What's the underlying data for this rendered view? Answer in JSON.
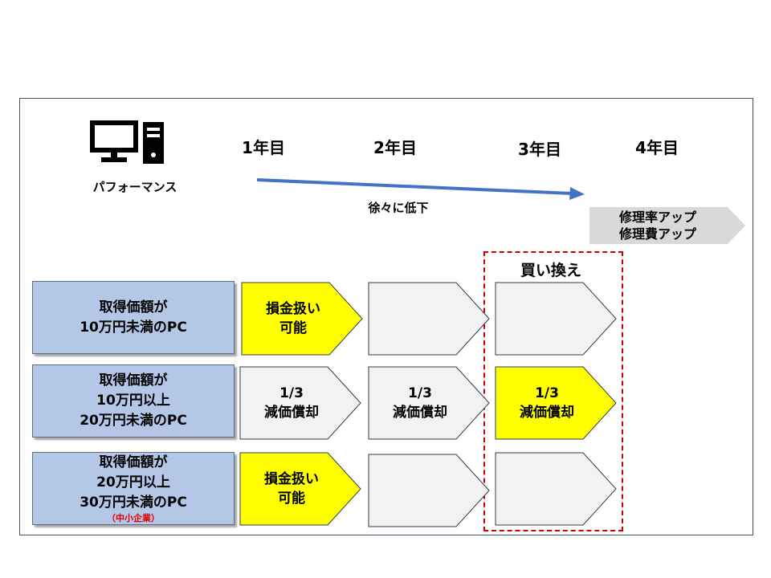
{
  "header": {
    "performance_label": "パフォーマンス",
    "years": [
      "1年目",
      "2年目",
      "3年目",
      "4年目"
    ],
    "decline_label": "徐々に低下",
    "repair_lines": [
      "修理率アップ",
      "修理費アップ"
    ],
    "replace_label": "買い換え"
  },
  "rows": [
    {
      "label_lines": [
        "取得価額が",
        "10万円未満のPC"
      ],
      "note": "",
      "cells": [
        {
          "lines": [
            "損金扱い",
            "可能"
          ],
          "highlight": true
        },
        {
          "lines": [],
          "highlight": false
        },
        {
          "lines": [],
          "highlight": false
        }
      ]
    },
    {
      "label_lines": [
        "取得価額が",
        "10万円以上",
        "20万円未満のPC"
      ],
      "note": "",
      "cells": [
        {
          "lines": [
            "1/3",
            "減価償却"
          ],
          "highlight": false
        },
        {
          "lines": [
            "1/3",
            "減価償却"
          ],
          "highlight": false
        },
        {
          "lines": [
            "1/3",
            "減価償却"
          ],
          "highlight": true
        }
      ]
    },
    {
      "label_lines": [
        "取得価額が",
        "20万円以上",
        "30万円未満のPC"
      ],
      "note": "（中小企業）",
      "cells": [
        {
          "lines": [
            "損金扱い",
            "可能"
          ],
          "highlight": true
        },
        {
          "lines": [],
          "highlight": false
        },
        {
          "lines": [],
          "highlight": false
        }
      ]
    }
  ],
  "colors": {
    "highlight": "#ffff00",
    "plain": "#f2f2f2",
    "label_bg": "#b4c7e7",
    "arrow": "#4472c4",
    "replace_border": "#d00000",
    "repair_bg": "#d9d9d9"
  },
  "icons": {
    "performance": "computer-monitor-tower-icon"
  }
}
